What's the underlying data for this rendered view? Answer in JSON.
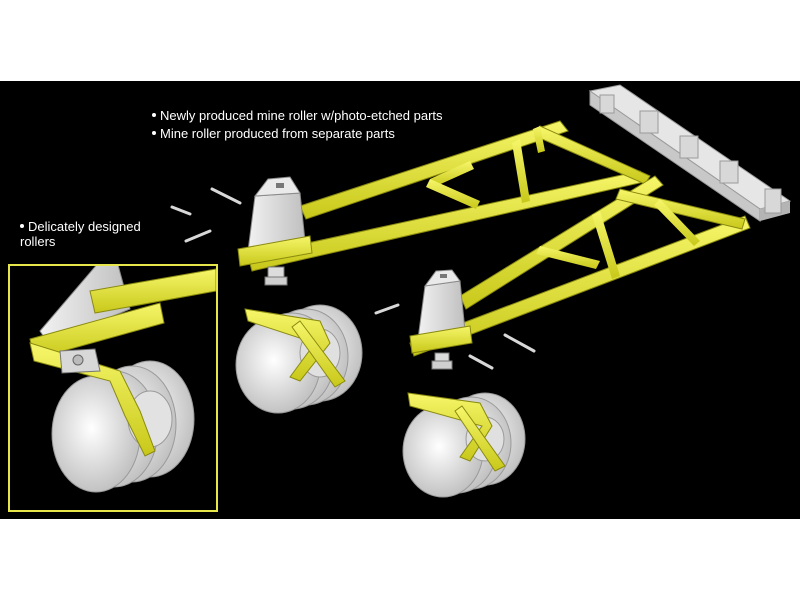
{
  "captions": {
    "photo_etched": "Newly produced mine roller w/photo-etched parts",
    "separate_parts": "Mine roller produced from separate parts",
    "rollers_line1": "Delicately designed",
    "rollers_line2": "rollers"
  },
  "colors": {
    "background": "#000000",
    "frame": "#e8e800",
    "arm_fill": "#f0f040",
    "part_gray": "#dcdcdc",
    "inset_border": "#e6e64a"
  }
}
